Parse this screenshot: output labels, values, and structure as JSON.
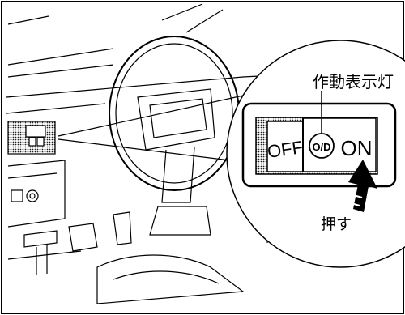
{
  "labels": {
    "indicator_lamp": "作動表示灯",
    "push": "押す"
  },
  "switch": {
    "off": "OFF",
    "od": "O/D",
    "on": "ON"
  }
}
